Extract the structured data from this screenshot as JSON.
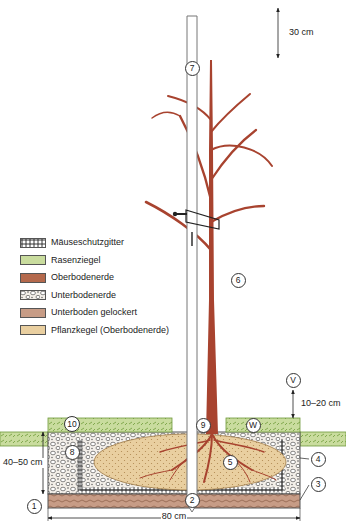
{
  "diagram": {
    "nodes": [
      {
        "text": [
          "7"
        ]
      },
      {
        "text": [
          "6"
        ]
      },
      {
        "text": [
          "V"
        ]
      },
      {
        "text": [
          "10"
        ]
      },
      {
        "text": [
          "9"
        ]
      },
      {
        "text": [
          "W"
        ]
      },
      {
        "text": [
          "8"
        ]
      },
      {
        "text": [
          "5"
        ]
      },
      {
        "text": [
          "4"
        ]
      },
      {
        "text": [
          "3"
        ]
      },
      {
        "text": [
          "1"
        ]
      },
      {
        "text": [
          "2"
        ]
      }
    ],
    "labels": [
      "30 cm",
      "10–20 cm",
      "40–50 cm",
      "80 cm"
    ],
    "legend": [
      {
        "text": "Mäuseschutzgitter"
      },
      {
        "text": "Rasenziegel",
        "color": "#c9dc9e"
      },
      {
        "text": "Oberbodenerde",
        "color": "#b4694c"
      },
      {
        "text": "Unterbodenerde"
      },
      {
        "text": "Unterboden gelockert",
        "color": "#c79c86"
      },
      {
        "text": "Pflanzkegel (Oberbodenerde)",
        "color": "#e9cfa0"
      }
    ]
  }
}
